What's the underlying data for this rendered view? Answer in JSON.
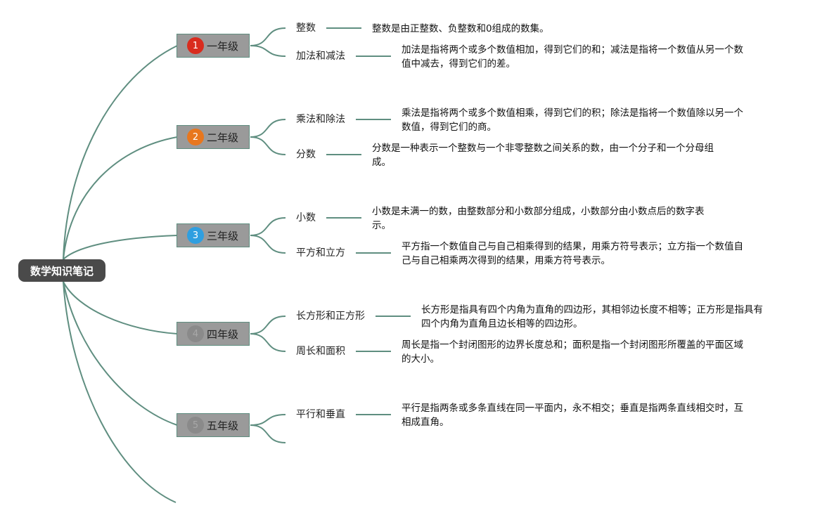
{
  "title": "数学知识笔记",
  "colors": {
    "line": "#5f8e80",
    "node_fill": "#9a9a9a",
    "root_fill": "#4a4a4a",
    "badge_red": "#d92c1e",
    "badge_orange": "#e8771e",
    "badge_blue": "#2f9fe0",
    "badge_gray": "#8a8a8a"
  },
  "grades": [
    {
      "number": "1",
      "label": "一年级",
      "badge_icon": "number-1-red-circle-icon",
      "topics": [
        {
          "name": "整数",
          "desc": "整数是由正整数、负整数和0组成的数集。"
        },
        {
          "name": "加法和减法",
          "desc": "加法是指将两个或多个数值相加，得到它们的和；减法是指将一个数值从另一个数值中减去，得到它们的差。"
        }
      ]
    },
    {
      "number": "2",
      "label": "二年级",
      "badge_icon": "number-2-orange-circle-icon",
      "topics": [
        {
          "name": "乘法和除法",
          "desc": "乘法是指将两个或多个数值相乘，得到它们的积；除法是指将一个数值除以另一个数值，得到它们的商。"
        },
        {
          "name": "分数",
          "desc": "分数是一种表示一个整数与一个非零整数之间关系的数，由一个分子和一个分母组成。"
        }
      ]
    },
    {
      "number": "3",
      "label": "三年级",
      "badge_icon": "number-3-blue-circle-icon",
      "topics": [
        {
          "name": "小数",
          "desc": "小数是未满一的数，由整数部分和小数部分组成，小数部分由小数点后的数字表示。"
        },
        {
          "name": "平方和立方",
          "desc": "平方指一个数值自己与自己相乘得到的结果，用乘方符号表示；立方指一个数值自己与自己相乘两次得到的结果，用乘方符号表示。"
        }
      ]
    },
    {
      "number": "4",
      "label": "四年级",
      "badge_icon": "number-4-gray-circle-icon",
      "topics": [
        {
          "name": "长方形和正方形",
          "desc": "长方形是指具有四个内角为直角的四边形，其相邻边长度不相等；正方形是指具有四个内角为直角且边长相等的四边形。"
        },
        {
          "name": "周长和面积",
          "desc": "周长是指一个封闭图形的边界长度总和；面积是指一个封闭图形所覆盖的平面区域的大小。"
        }
      ]
    },
    {
      "number": "5",
      "label": "五年级",
      "badge_icon": "number-5-gray-circle-icon",
      "topics": [
        {
          "name": "平行和垂直",
          "desc": "平行是指两条或多条直线在同一平面内，永不相交；垂直是指两条直线相交时，互相成直角。"
        }
      ]
    }
  ]
}
